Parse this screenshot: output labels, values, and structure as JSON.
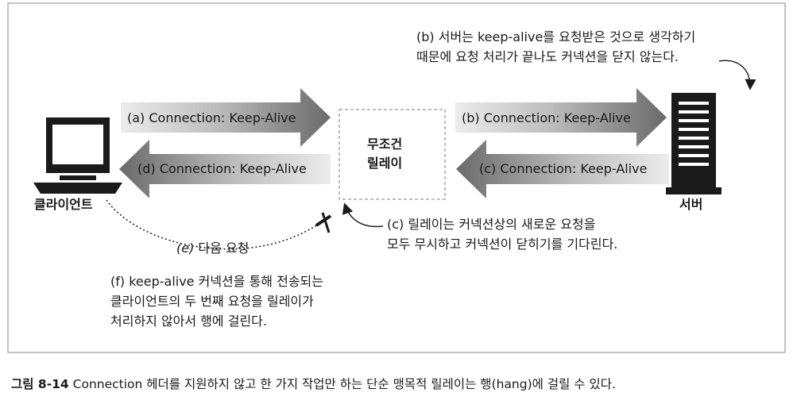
{
  "diagram": {
    "client_label": "클라이언트",
    "server_label": "서버",
    "relay_lines": [
      "무조건",
      "릴레이"
    ],
    "arrows": {
      "a": "(a) Connection: Keep-Alive",
      "d": "(d) Connection: Keep-Alive",
      "b": "(b) Connection: Keep-Alive",
      "c": "(c) Connection: Keep-Alive"
    },
    "notes": {
      "b_lines": [
        "(b) 서버는 keep-alive를 요청받은 것으로 생각하기",
        "때문에 요청 처리가 끝나도 커넥션을 닫지 않는다."
      ],
      "c_lines": [
        "(c) 릴레이는 커넥션상의 새로운 요청을",
        "모두 무시하고 커넥션이 닫히기를 기다린다."
      ],
      "e_label": "다음 요청",
      "e_prefix": "(e)",
      "f_lines": [
        "(f) keep-alive 커넥션을 통해 전송되는",
        "클라이언트의 두 번째 요청을 릴레이가",
        "처리하지 않아서 행에 걸린다."
      ]
    }
  },
  "caption": {
    "figure_label": "그림 8-14",
    "text": " Connection 헤더를 지원하지 않고 한 가지 작업만 하는 단순 맹목적 릴레이는 행(hang)에 걸릴 수 있다."
  },
  "colors": {
    "border": "#b0b0b0",
    "arrow_light": "#e6e6e6",
    "arrow_dark": "#6e6e6e",
    "ink": "#1a1a1a"
  }
}
